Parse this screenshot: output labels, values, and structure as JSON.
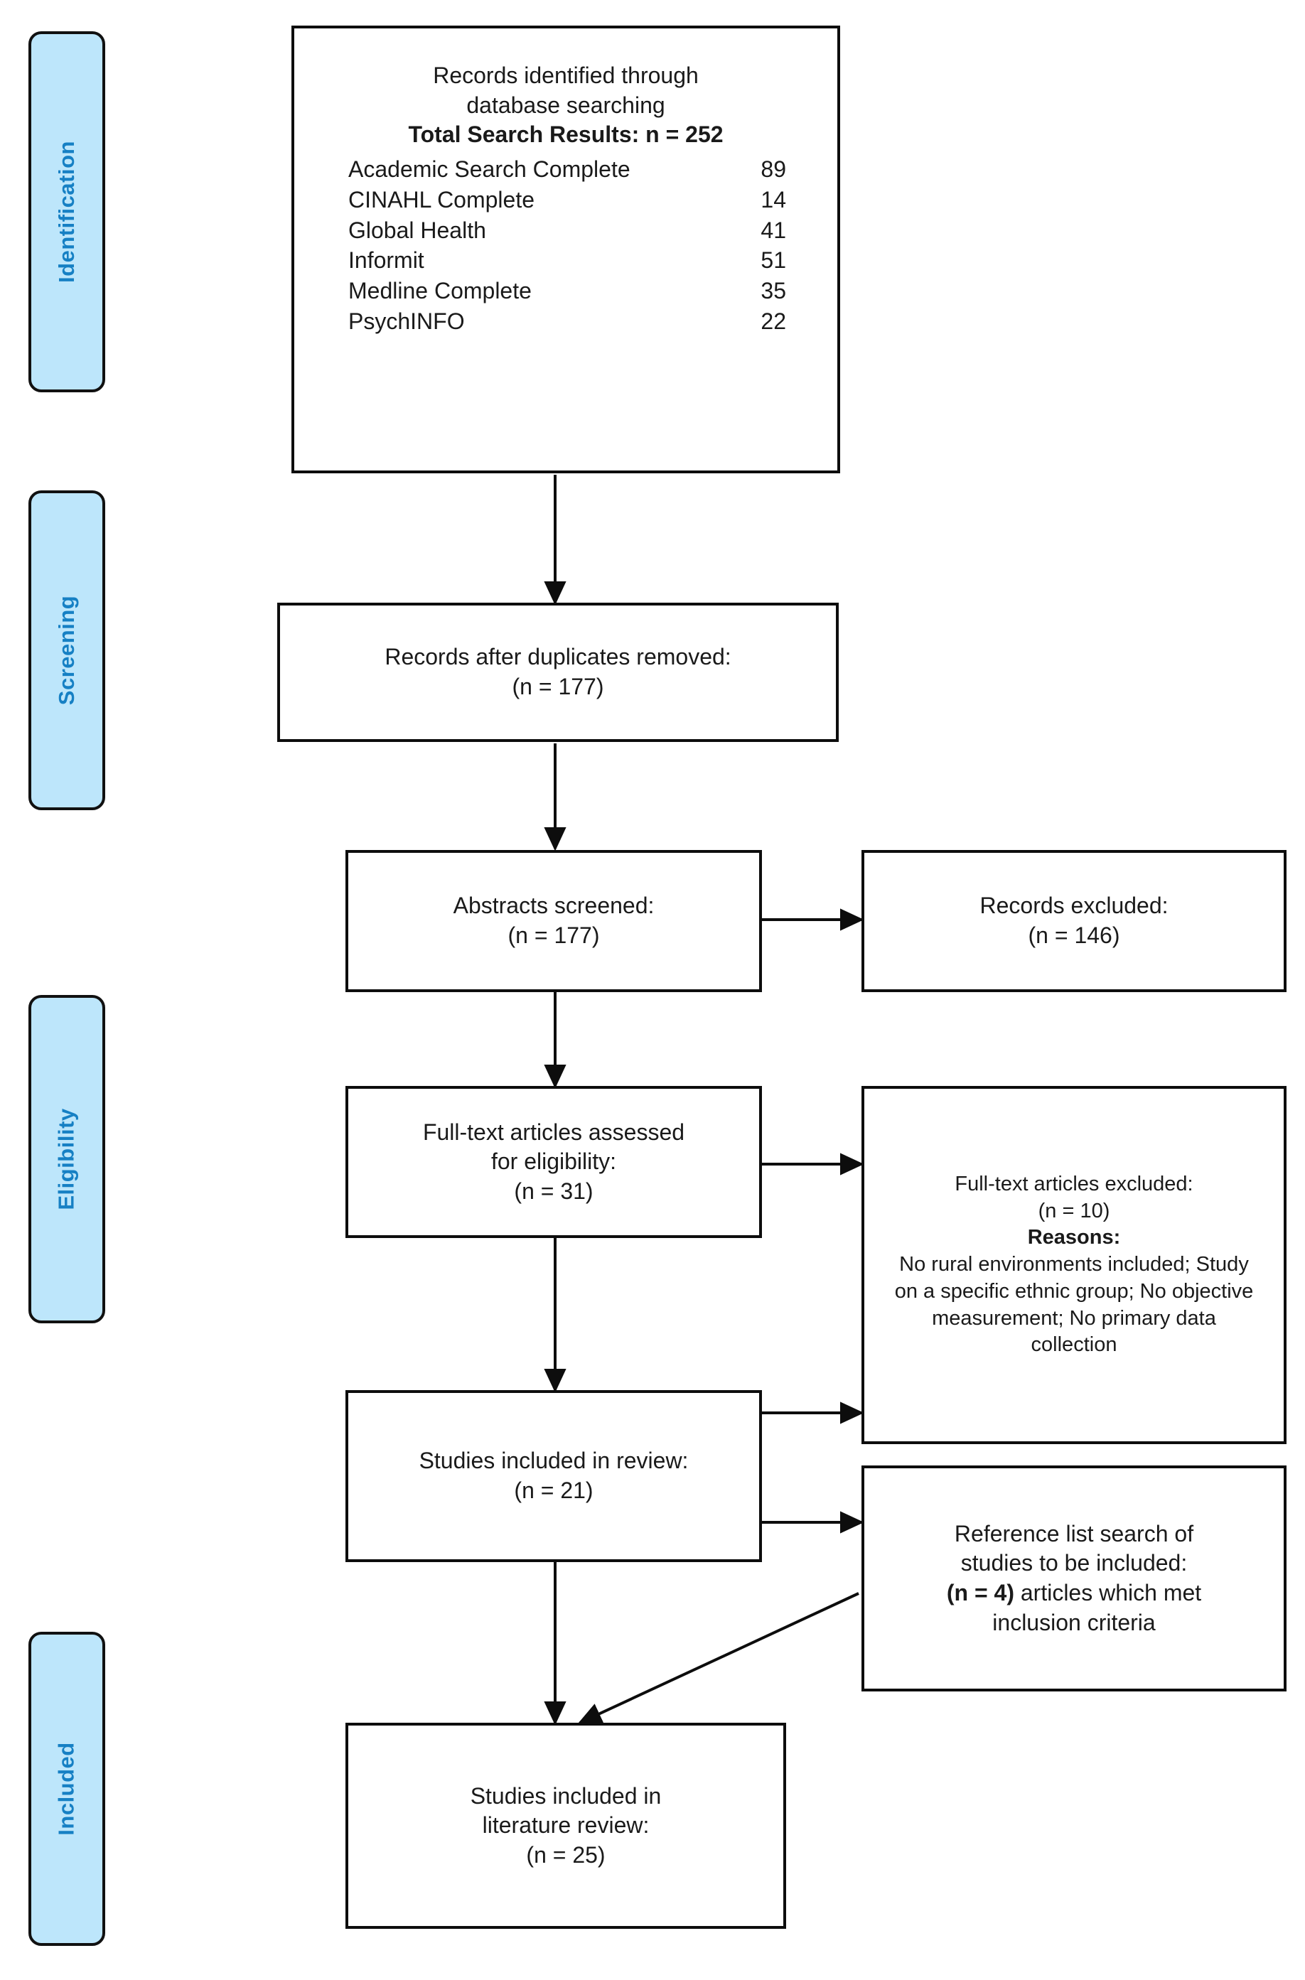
{
  "diagram": {
    "title": "PRISMA study selection flow diagram",
    "accent_blue_fill": "#BDE6FB",
    "accent_blue_text": "#1680C4",
    "line_color": "#0d0d0d"
  },
  "stages": [
    {
      "label": "Identification"
    },
    {
      "label": "Screening"
    },
    {
      "label": "Eligibility"
    },
    {
      "label": "Included"
    }
  ],
  "boxes": {
    "identified": {
      "line1": "Records identified through",
      "line2": "database searching",
      "total_label": "Total Search Results: n = 252",
      "databases": [
        {
          "name": "Academic Search Complete",
          "count": "89"
        },
        {
          "name": "CINAHL Complete",
          "count": "14"
        },
        {
          "name": "Global Health",
          "count": "41"
        },
        {
          "name": "Informit",
          "count": "51"
        },
        {
          "name": "Medline Complete",
          "count": "35"
        },
        {
          "name": "PsychINFO",
          "count": "22"
        }
      ]
    },
    "duplicates_removed": {
      "line1": "Records after duplicates removed:",
      "line2": "(n = 177)"
    },
    "abstracts_screened": {
      "line1": "Abstracts screened:",
      "line2": "(n = 177)"
    },
    "records_excluded": {
      "line1": "Records excluded:",
      "line2": "(n = 146)"
    },
    "fulltext_assessed": {
      "line1": "Full-text articles assessed",
      "line2": "for eligibility:",
      "line3": "(n = 31)"
    },
    "fulltext_excluded": {
      "line1": "Full-text articles excluded:",
      "line2": "(n = 10)",
      "reasons_label": "Reasons:",
      "reasons_text": "No rural environments included; Study on a specific ethnic group; No objective measurement; No primary data collection"
    },
    "studies_in_review": {
      "line1": "Studies included in review:",
      "line2": "(n = 21)"
    },
    "reference_list_search": {
      "line1": "Reference list search of",
      "line2": "studies to be included:",
      "line3": "(n = 4) articles which met",
      "line4": "inclusion criteria",
      "bold_fragment": "(n = 4)"
    },
    "studies_in_literature_review": {
      "line1": "Studies included in",
      "line2": "literature review:",
      "line3": "(n = 25)"
    }
  },
  "chart_data": {
    "type": "diagram",
    "title": "PRISMA flow diagram of study selection",
    "nodes": [
      {
        "id": "identified",
        "stage": "Identification",
        "n": 252
      },
      {
        "id": "duplicates_removed",
        "stage": "Screening",
        "n": 177
      },
      {
        "id": "abstracts_screened",
        "stage": "Screening",
        "n": 177
      },
      {
        "id": "records_excluded",
        "stage": "Screening",
        "n": 146
      },
      {
        "id": "fulltext_assessed",
        "stage": "Eligibility",
        "n": 31
      },
      {
        "id": "fulltext_excluded",
        "stage": "Eligibility",
        "n": 10
      },
      {
        "id": "studies_in_review",
        "stage": "Eligibility",
        "n": 21
      },
      {
        "id": "reference_list_search",
        "stage": "Included",
        "n": 4
      },
      {
        "id": "studies_in_literature_review",
        "stage": "Included",
        "n": 25
      }
    ],
    "edges": [
      {
        "from": "identified",
        "to": "duplicates_removed"
      },
      {
        "from": "duplicates_removed",
        "to": "abstracts_screened"
      },
      {
        "from": "abstracts_screened",
        "to": "records_excluded"
      },
      {
        "from": "abstracts_screened",
        "to": "fulltext_assessed"
      },
      {
        "from": "fulltext_assessed",
        "to": "fulltext_excluded"
      },
      {
        "from": "fulltext_assessed",
        "to": "studies_in_review"
      },
      {
        "from": "studies_in_review",
        "to": "fulltext_excluded"
      },
      {
        "from": "studies_in_review",
        "to": "reference_list_search"
      },
      {
        "from": "studies_in_review",
        "to": "studies_in_literature_review"
      },
      {
        "from": "reference_list_search",
        "to": "studies_in_literature_review"
      }
    ],
    "database_counts": {
      "categories": [
        "Academic Search Complete",
        "CINAHL Complete",
        "Global Health",
        "Informit",
        "Medline Complete",
        "PsychINFO"
      ],
      "values": [
        89,
        14,
        41,
        51,
        35,
        22
      ],
      "total": 252
    }
  }
}
